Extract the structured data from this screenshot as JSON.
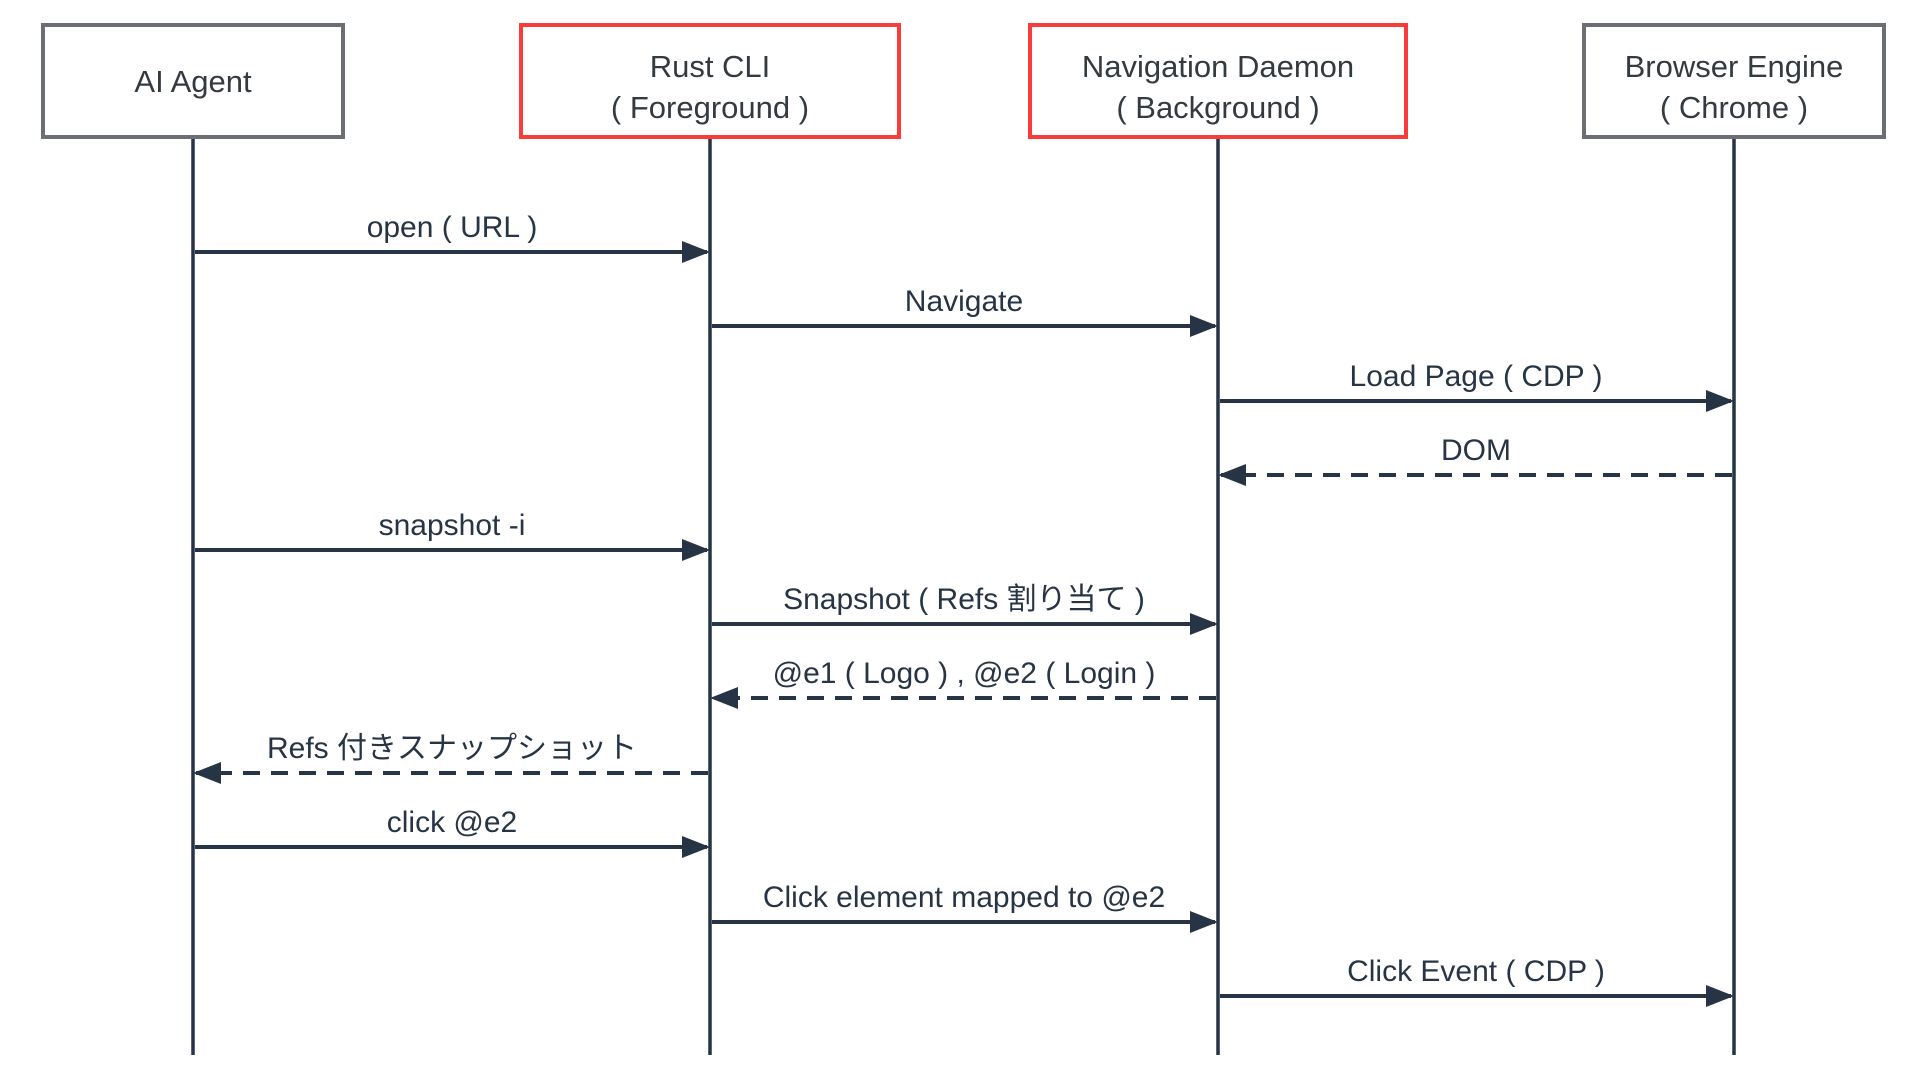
{
  "diagram": {
    "kind": "sequence-diagram",
    "background": "#ffffff"
  },
  "colors": {
    "line": "#263445",
    "message_text": "#263445",
    "participant_text": "#333a40",
    "gray_border": "#6b6f73",
    "red_border": "#fb3a3a",
    "box_fill": "#ffffff"
  },
  "participants": [
    {
      "id": "ai-agent",
      "name": "AI Agent",
      "subtitle": "",
      "border_color": "#6b6f73"
    },
    {
      "id": "rust-cli",
      "name": "Rust CLI",
      "subtitle": "( Foreground )",
      "border_color": "#fb3a3a"
    },
    {
      "id": "navigation-daemon",
      "name": "Navigation Daemon",
      "subtitle": "( Background )",
      "border_color": "#fb3a3a"
    },
    {
      "id": "browser-engine",
      "name": "Browser Engine",
      "subtitle": "( Chrome )",
      "border_color": "#6b6f73"
    }
  ],
  "messages": [
    {
      "label": "open ( URL )",
      "from": "ai-agent",
      "to": "rust-cli",
      "line": "solid"
    },
    {
      "label": "Navigate",
      "from": "rust-cli",
      "to": "navigation-daemon",
      "line": "solid"
    },
    {
      "label": "Load Page ( CDP )",
      "from": "navigation-daemon",
      "to": "browser-engine",
      "line": "solid"
    },
    {
      "label": "DOM",
      "from": "browser-engine",
      "to": "navigation-daemon",
      "line": "dashed"
    },
    {
      "label": "snapshot -i",
      "from": "ai-agent",
      "to": "rust-cli",
      "line": "solid"
    },
    {
      "label": "Snapshot ( Refs 割り当て )",
      "from": "rust-cli",
      "to": "navigation-daemon",
      "line": "solid"
    },
    {
      "label": "@e1 ( Logo ) , @e2 ( Login )",
      "from": "navigation-daemon",
      "to": "rust-cli",
      "line": "dashed"
    },
    {
      "label": "Refs 付きスナップショット",
      "from": "rust-cli",
      "to": "ai-agent",
      "line": "dashed"
    },
    {
      "label": "click @e2",
      "from": "ai-agent",
      "to": "rust-cli",
      "line": "solid"
    },
    {
      "label": "Click element mapped to @e2",
      "from": "rust-cli",
      "to": "navigation-daemon",
      "line": "solid"
    },
    {
      "label": "Click Event ( CDP )",
      "from": "navigation-daemon",
      "to": "browser-engine",
      "line": "solid"
    }
  ]
}
